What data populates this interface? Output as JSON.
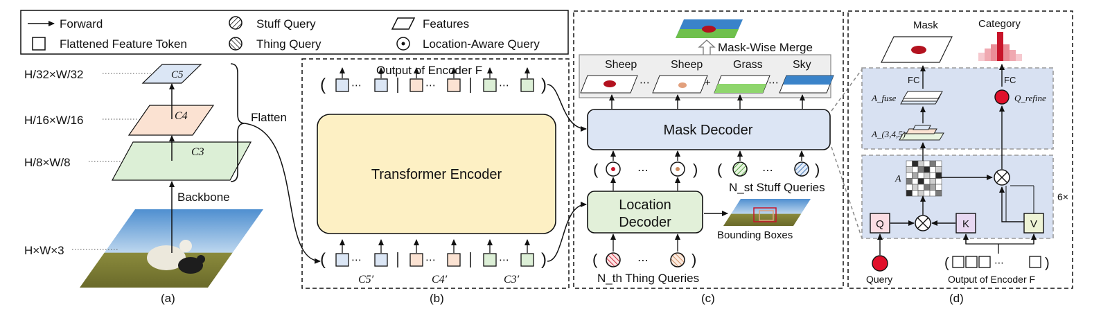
{
  "legend": {
    "forward": "Forward",
    "flattened_token": "Flattened Feature Token",
    "stuff_query": "Stuff Query",
    "thing_query": "Thing Query",
    "features": "Features",
    "location_aware_query": "Location-Aware Query"
  },
  "panel_a": {
    "res_c5": "H/32×W/32",
    "res_c4": "H/16×W/16",
    "res_c3": "H/8×W/8",
    "res_img": "H×W×3",
    "c5": "C5",
    "c4": "C4",
    "c3": "C3",
    "flatten": "Flatten",
    "backbone": "Backbone",
    "caption": "(a)"
  },
  "panel_b": {
    "output_label": "Output of Encoder F",
    "encoder": "Transformer Encoder",
    "c5p": "C5′",
    "c4p": "C4′",
    "c3p": "C3′",
    "dots": "⋯",
    "caption": "(b)"
  },
  "panel_c": {
    "mask_wise_merge": "Mask-Wise Merge",
    "sheep1": "Sheep",
    "sheep2": "Sheep",
    "grass": "Grass",
    "sky": "Sky",
    "plus": "+",
    "mask_decoder": "Mask Decoder",
    "location_decoder_1": "Location",
    "location_decoder_2": "Decoder",
    "stuff_queries": "N_st Stuff Queries",
    "thing_queries": "N_th Thing Queries",
    "bounding_boxes": "Bounding Boxes",
    "caption": "(c)"
  },
  "panel_d": {
    "mask": "Mask",
    "category": "Category",
    "fc_left": "FC",
    "fc_right": "FC",
    "a_fuse": "A_fuse",
    "a_345": "A_(3,4,5)",
    "q_refine": "Q_refine",
    "a": "A",
    "q": "Q",
    "k": "K",
    "v": "V",
    "repeat": "6×",
    "query": "Query",
    "output_enc": "Output of Encoder F",
    "caption": "(d)"
  },
  "colors": {
    "blue_token": "#dbe6f5",
    "orange_token": "#fbe2d2",
    "green_token": "#dcefd6",
    "encoder_fill": "#fdf0c4",
    "decoder_fill": "#dce5f4",
    "loc_decoder_fill": "#e2f0d9",
    "panel_d_fill": "#d8e1f2",
    "red": "#e0102a",
    "sheep_red": "#b3121f",
    "sheep_orange": "#e2a07d",
    "grass_green": "#6fc04c",
    "sky_blue": "#3a83c9"
  }
}
